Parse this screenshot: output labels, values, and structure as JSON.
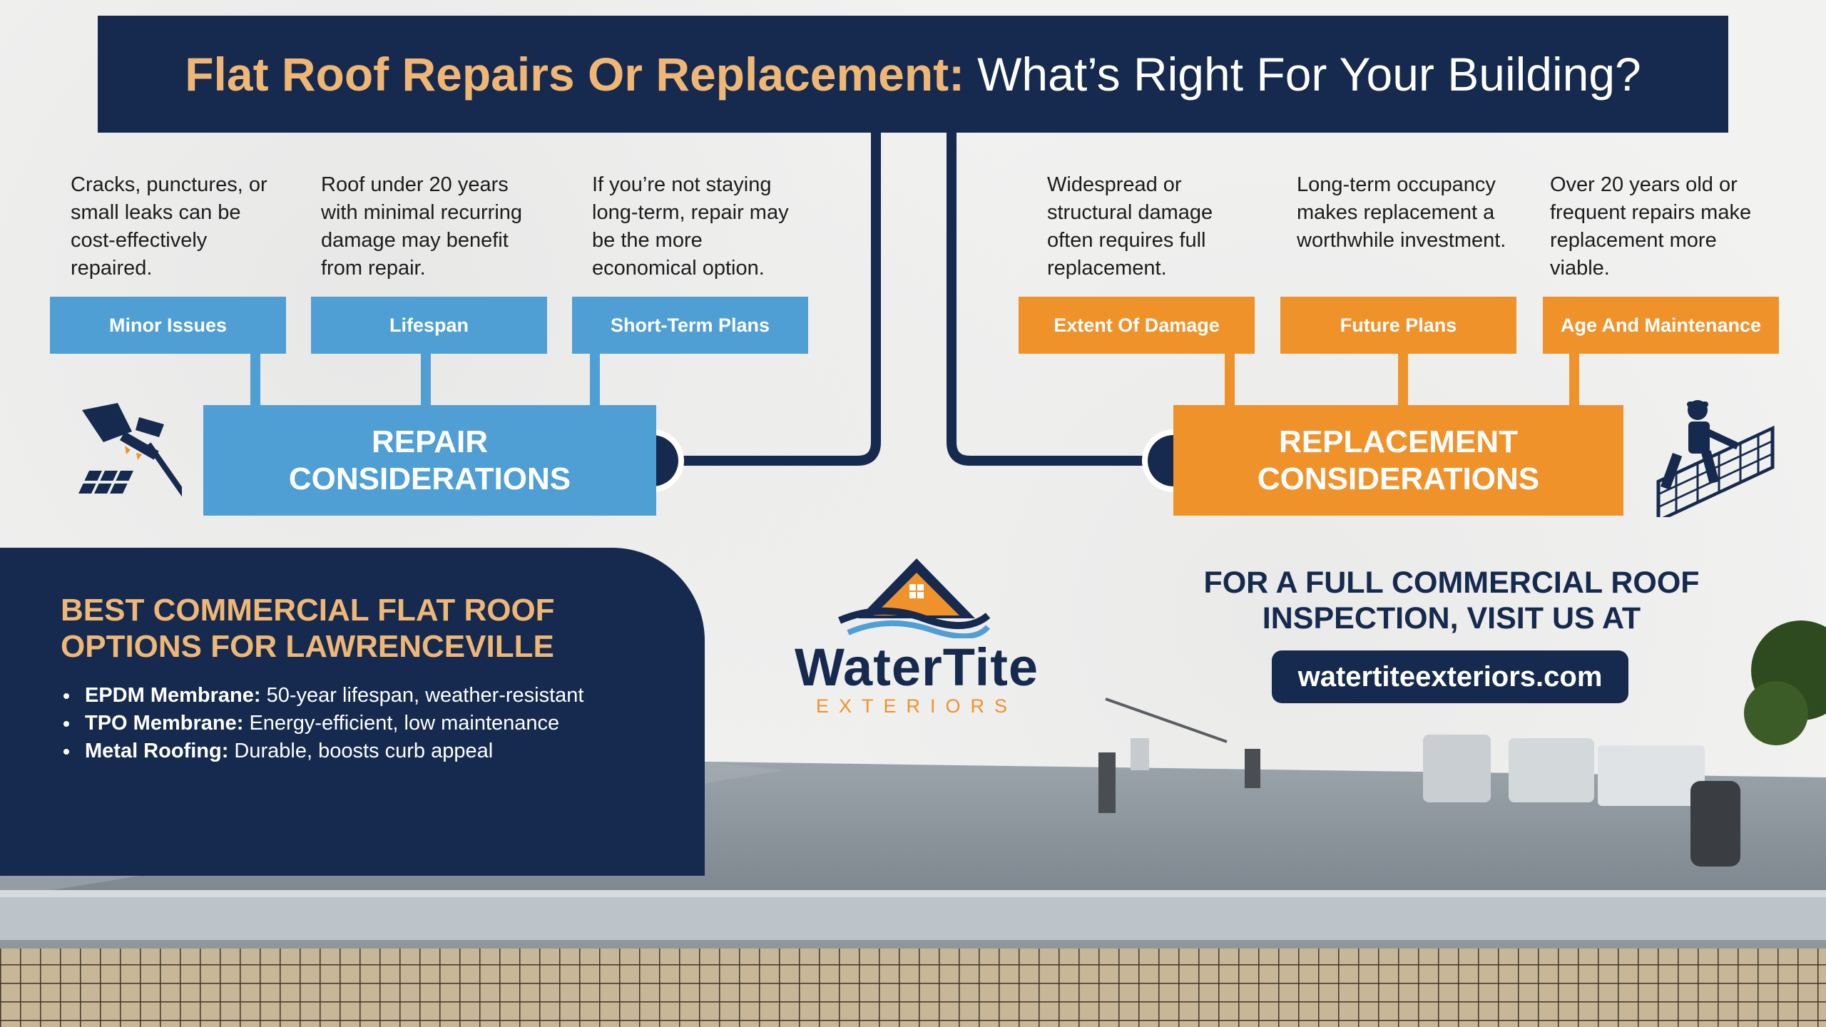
{
  "header": {
    "title_bold": "Flat Roof Repairs Or Replacement:",
    "title_light": "What’s Right For Your Building?"
  },
  "repair": {
    "heading_line1": "REPAIR",
    "heading_line2": "CONSIDERATIONS",
    "items": [
      {
        "label": "Minor Issues",
        "description": "Cracks, punctures, or small leaks can be cost-effectively repaired."
      },
      {
        "label": "Lifespan",
        "description": "Roof under 20 years with minimal recurring damage may benefit from repair."
      },
      {
        "label": "Short-Term Plans",
        "description": "If you’re not staying long-term, repair may be the more economical option."
      }
    ]
  },
  "replacement": {
    "heading_line1": "REPLACEMENT",
    "heading_line2": "CONSIDERATIONS",
    "items": [
      {
        "label": "Extent Of Damage",
        "description": "Widespread or structural damage often requires full replacement."
      },
      {
        "label": "Future Plans",
        "description": "Long-term occupancy makes replacement a worthwhile investment."
      },
      {
        "label": "Age And Maintenance",
        "description": "Over 20 years old or frequent repairs make replacement more viable."
      }
    ]
  },
  "options": {
    "heading_line1": "BEST COMMERCIAL FLAT ROOF",
    "heading_line2": "OPTIONS FOR LAWRENCEVILLE",
    "items": [
      {
        "name": "EPDM Membrane:",
        "detail": "50-year lifespan, weather-resistant"
      },
      {
        "name": "TPO Membrane:",
        "detail": "Energy-efficient, low maintenance"
      },
      {
        "name": "Metal Roofing:",
        "detail": "Durable, boosts curb appeal"
      }
    ]
  },
  "logo": {
    "name": "WaterTite",
    "sub": "EXTERIORS"
  },
  "cta": {
    "line1": "FOR A FULL COMMERCIAL ROOF",
    "line2": "INSPECTION, VISIT US AT",
    "url": "watertiteexteriors.com"
  },
  "colors": {
    "navy": "#152a4e",
    "blue": "#4f9fd5",
    "orange": "#f0922a",
    "gold": "#f0b774"
  },
  "icons": {
    "repair": "roofer-hammer-icon",
    "replacement": "roofer-worker-icon",
    "logo": "house-waves-icon"
  }
}
